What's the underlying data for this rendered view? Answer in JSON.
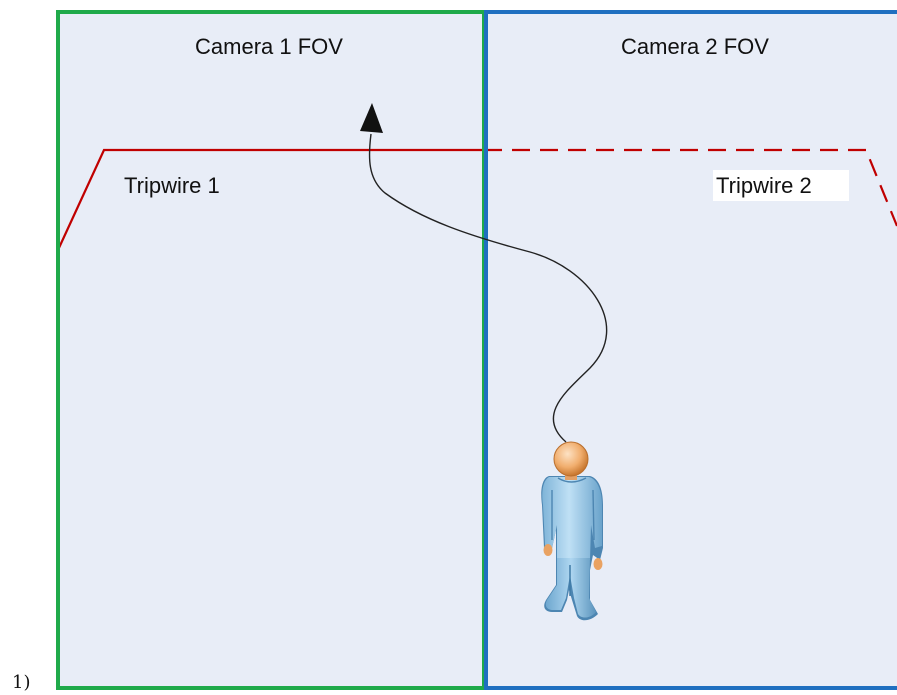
{
  "figure_number": "1)",
  "cameras": [
    {
      "label": "Camera 1 FOV",
      "color": "#1faa4a"
    },
    {
      "label": "Camera 2 FOV",
      "color": "#1f6fc0"
    }
  ],
  "fov_fill": "#e8edf7",
  "tripwires": [
    {
      "label": "Tripwire 1",
      "style": "solid",
      "color": "#c00000"
    },
    {
      "label": "Tripwire 2",
      "style": "dashed",
      "color": "#c00000"
    }
  ],
  "path": {
    "color": "#222222",
    "arrow": "arrowhead"
  },
  "icons": {
    "person": "person-icon"
  }
}
